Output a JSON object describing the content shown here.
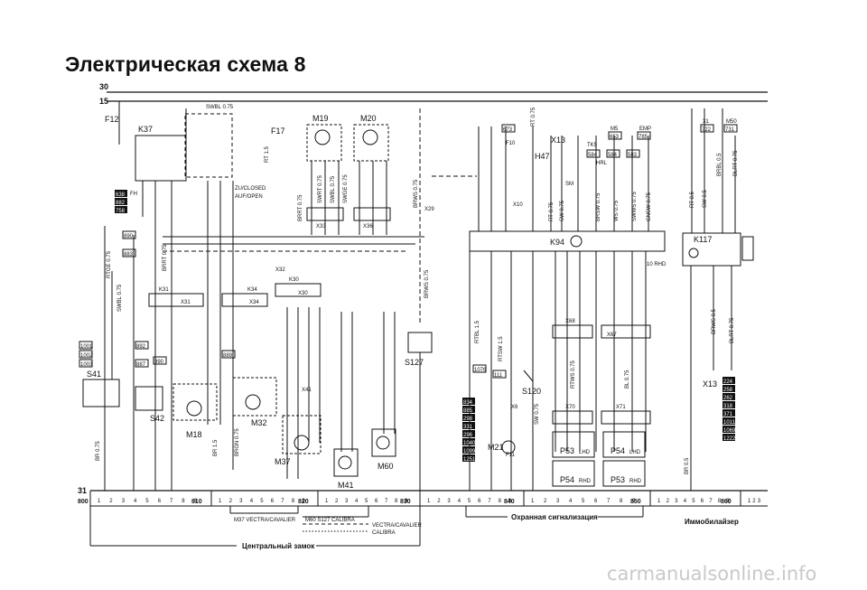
{
  "title": "Электрическая схема 8",
  "rails": {
    "top": "30",
    "mid": "15",
    "bottom": "31"
  },
  "wires": {
    "top_bus": "SWBL 0.75",
    "k37_link": "RT 1.5",
    "zu": "ZU/CLOSED",
    "auf": "AUF/OPEN",
    "fh": "FH",
    "rtge": "RTGE 0.75",
    "swbl": "SWBL 0.75",
    "brrt": "BRRT 0.75",
    "brws": "BRWS 0.75",
    "swrt": "SWRT 0.75",
    "swge": "SWGE 0.75",
    "br": "BR 0.75",
    "br15": "BR 1.5",
    "rtbl": "RTBL 1.5",
    "brgn": "BRGN 0.75",
    "rtsw": "RTSW 1.5",
    "rt05": "RT 0.5",
    "sw05": "SW 0.5",
    "blrt": "BLRT 0.75",
    "rt075": "RT 0.75",
    "brbl": "BRBL 0.5",
    "brws05": "BRWS 0.5",
    "br05": "BR 0.5",
    "gnsw": "GNSW 0.75",
    "brsw": "BRSW 0.75",
    "ws": "WS 0.75",
    "rt": "RT 0.75",
    "sw": "SW 0.75",
    "sw1": "SW 0.75",
    "rtws": "RTWS 0.75",
    "swws": "SWWS 0.75",
    "bl": "BL 0.75"
  },
  "components": {
    "fuses": [
      "F12",
      "F17",
      "F11",
      "F10"
    ],
    "relays": [
      "K37",
      "K94",
      "K117",
      "K30",
      "K31",
      "K34"
    ],
    "motors": [
      "M19",
      "M20",
      "M18",
      "M32",
      "M37",
      "M41",
      "M60",
      "M21"
    ],
    "switches": [
      "S41",
      "S42",
      "S127",
      "S120"
    ],
    "lamps": [
      "P53",
      "P54",
      "P54",
      "P53"
    ],
    "connectors": [
      "X13",
      "X13",
      "X33",
      "X36",
      "X68",
      "X67",
      "X70",
      "X71",
      "X41",
      "X29",
      "X30",
      "X34",
      "X31",
      "X32",
      "X10",
      "X6",
      "H47"
    ],
    "lamp_tags": [
      "LHD",
      "LHD",
      "RHD",
      "RHD"
    ],
    "extra": [
      "M5",
      "EMP",
      "TK5",
      "HRL",
      "SM",
      "31",
      "M50",
      "10 RHD"
    ]
  },
  "codes": {
    "top_boxes": [
      "673",
      "653",
      "785",
      "722",
      "731",
      "584",
      "584",
      "583"
    ],
    "k37_stack": [
      "638",
      "882",
      "758"
    ],
    "mid_boxes": [
      "890",
      "883",
      "892",
      "990",
      "889",
      "887"
    ],
    "left_stack": [
      "1001",
      "1002",
      "1003"
    ],
    "stack_a": [
      "834",
      "885",
      "298",
      "331",
      "296",
      "1040",
      "1099",
      "1251"
    ],
    "stack_b": [
      "224",
      "258",
      "262",
      "318",
      "371",
      "1011",
      "1069",
      "1222"
    ],
    "sw120": [
      "111"
    ],
    "small": [
      "1076"
    ]
  },
  "section_rulers": [
    {
      "id": "800",
      "ticks": [
        "1",
        "2",
        "3",
        "4",
        "5",
        "6",
        "7",
        "8",
        "9"
      ]
    },
    {
      "id": "810",
      "ticks": [
        "1",
        "2",
        "3",
        "4",
        "5",
        "6",
        "7",
        "8",
        "9"
      ]
    },
    {
      "id": "820",
      "ticks": [
        "1",
        "2",
        "3",
        "4",
        "5",
        "6",
        "7",
        "8",
        "9"
      ]
    },
    {
      "id": "830",
      "ticks": [
        "1",
        "2",
        "3",
        "4",
        "5",
        "6",
        "7",
        "8",
        "9"
      ]
    },
    {
      "id": "840",
      "ticks": [
        "1",
        "2",
        "3",
        "4",
        "5",
        "6",
        "7",
        "8",
        "9"
      ]
    },
    {
      "id": "850",
      "ticks": [
        "1",
        "2",
        "3",
        "4",
        "5",
        "6",
        "7",
        "8",
        "9"
      ]
    },
    {
      "id": "860",
      "ticks": [
        "1",
        "2",
        "3"
      ]
    }
  ],
  "captions": {
    "m37": "M37 VECTRA/CAVALIER",
    "m60s127": "M60 S127 CALIBRA",
    "legend_vectra": "VECTRA/CAVALIER",
    "legend_calibra": "CALIBRA",
    "central_lock": "Центральный замок",
    "alarm": "Охранная сигнализация",
    "immobilizer": "Иммобилайзер"
  },
  "watermark": "carmanualsonline.info"
}
